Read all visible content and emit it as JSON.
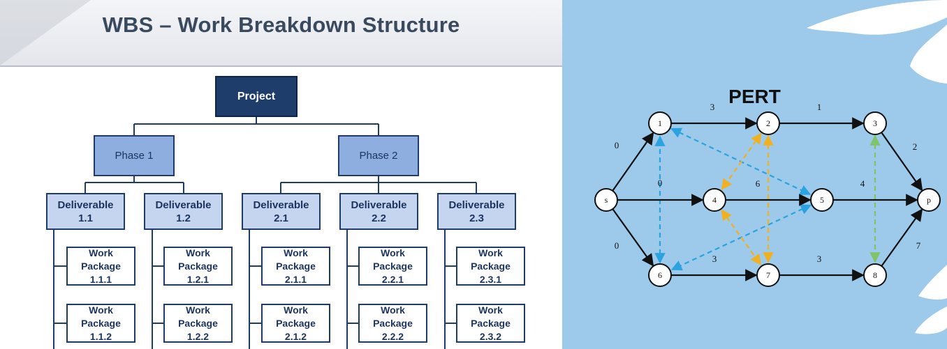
{
  "wbs": {
    "title": "WBS – Work Breakdown Structure",
    "project": "Project",
    "phases": [
      "Phase 1",
      "Phase 2"
    ],
    "deliverables": [
      "Deliverable\n1.1",
      "Deliverable\n1.2",
      "Deliverable\n2.1",
      "Deliverable\n2.2",
      "Deliverable\n2.3"
    ],
    "work_packages": [
      [
        "Work Package\n1.1.1",
        "Work Package\n1.1.2"
      ],
      [
        "Work Package\n1.2.1",
        "Work Package\n1.2.2"
      ],
      [
        "Work Package\n2.1.1",
        "Work Package\n2.1.2"
      ],
      [
        "Work Package\n2.2.1",
        "Work Package\n2.2.2"
      ],
      [
        "Work Package\n2.3.1",
        "Work Package\n2.3.2"
      ]
    ],
    "colors": {
      "project_fill": "#1f3d6b",
      "phase_fill": "#8eaee0",
      "deliverable_fill": "#c5d5f0",
      "work_package_fill": "#ffffff",
      "line": "#1e3b6a"
    }
  },
  "pert": {
    "title": "PERT",
    "nodes": [
      "s",
      "1",
      "2",
      "3",
      "4",
      "5",
      "6",
      "7",
      "8",
      "p"
    ],
    "edges": [
      {
        "from": "s",
        "to": "1",
        "label": "0"
      },
      {
        "from": "s",
        "to": "4",
        "label": "0"
      },
      {
        "from": "s",
        "to": "6",
        "label": "0"
      },
      {
        "from": "1",
        "to": "2",
        "label": "3"
      },
      {
        "from": "2",
        "to": "3",
        "label": "1"
      },
      {
        "from": "3",
        "to": "p",
        "label": "2"
      },
      {
        "from": "4",
        "to": "5",
        "label": "6"
      },
      {
        "from": "5",
        "to": "p",
        "label": "4"
      },
      {
        "from": "6",
        "to": "7",
        "label": "3"
      },
      {
        "from": "7",
        "to": "8",
        "label": "3"
      },
      {
        "from": "8",
        "to": "p",
        "label": "7"
      }
    ],
    "dependencies": [
      {
        "from": "6",
        "to": "1",
        "color": "#2aa3e0"
      },
      {
        "from": "1",
        "to": "5",
        "color": "#2aa3e0"
      },
      {
        "from": "5",
        "to": "6",
        "color": "#2aa3e0"
      },
      {
        "from": "2",
        "to": "4",
        "color": "#f0b020"
      },
      {
        "from": "4",
        "to": "7",
        "color": "#f0b020"
      },
      {
        "from": "2",
        "to": "7",
        "color": "#f0b020"
      },
      {
        "from": "3",
        "to": "8",
        "color": "#7fc46a"
      }
    ],
    "colors": {
      "background": "#9dc9ea",
      "node_fill": "#ffffff",
      "edge": "#111111"
    }
  }
}
